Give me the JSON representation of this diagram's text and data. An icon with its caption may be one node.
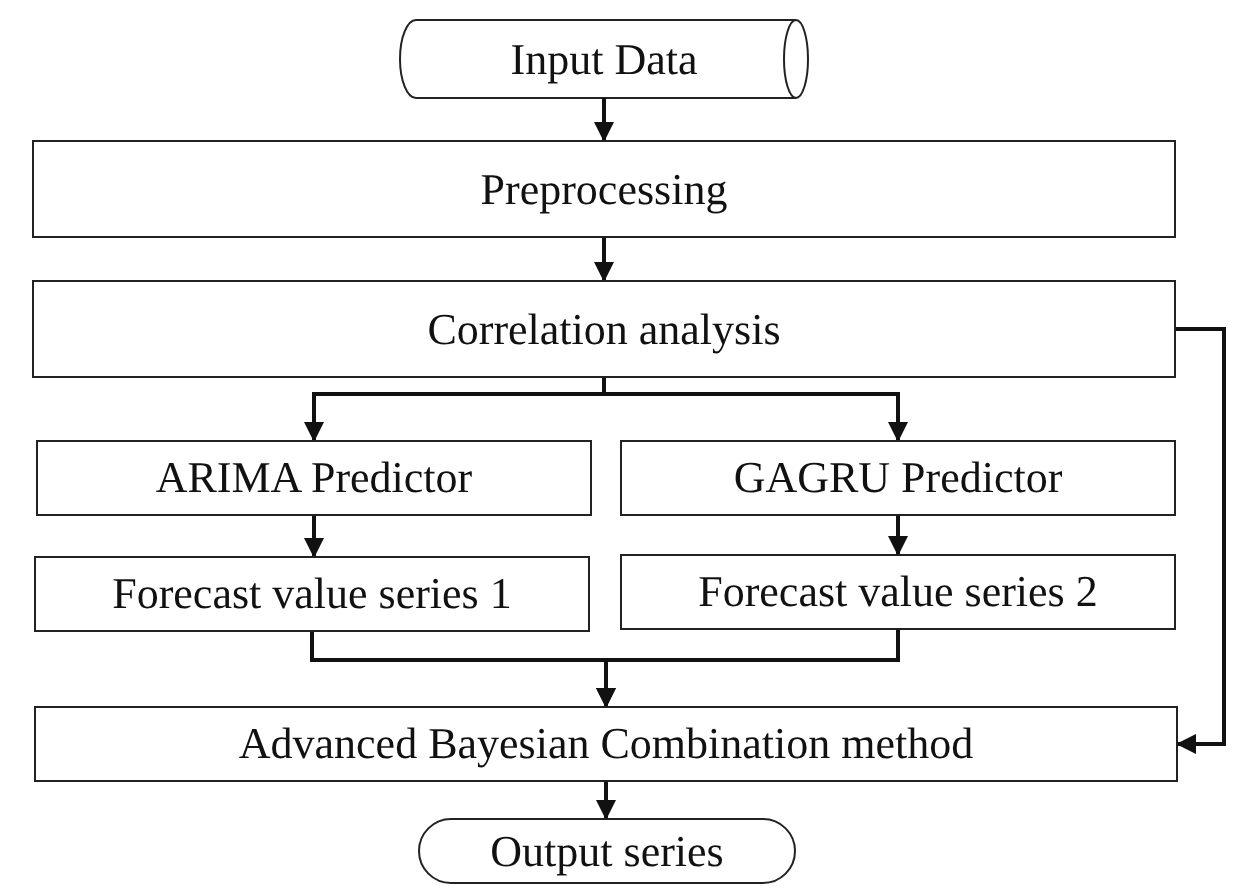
{
  "diagram": {
    "nodes": [
      {
        "text": [
          "Input Data"
        ]
      },
      {
        "text": [
          "Preprocessing"
        ]
      },
      {
        "text": [
          "Correlation analysis"
        ]
      },
      {
        "text": [
          "ARIMA Predictor"
        ]
      },
      {
        "text": [
          "GAGRU Predictor"
        ]
      },
      {
        "text": [
          "Forecast value series 1"
        ]
      },
      {
        "text": [
          "Forecast value series 2"
        ]
      },
      {
        "text": [
          "Advanced Bayesian Combination method"
        ]
      },
      {
        "text": [
          "Output series"
        ]
      }
    ],
    "edges": [
      {
        "from": 0,
        "to": 1,
        "arrow": "to"
      },
      {
        "from": 1,
        "to": 2,
        "arrow": "to"
      },
      {
        "from": 2,
        "to": 3,
        "arrow": "to"
      },
      {
        "from": 2,
        "to": 4,
        "arrow": "to"
      },
      {
        "from": 3,
        "to": 5,
        "arrow": "to"
      },
      {
        "from": 4,
        "to": 6,
        "arrow": "to"
      },
      {
        "from": 5,
        "to": 7,
        "arrow": "to"
      },
      {
        "from": 6,
        "to": 7,
        "arrow": "to"
      },
      {
        "from": 2,
        "to": 7,
        "arrow": "to"
      },
      {
        "from": 7,
        "to": 8,
        "arrow": "to"
      }
    ]
  }
}
